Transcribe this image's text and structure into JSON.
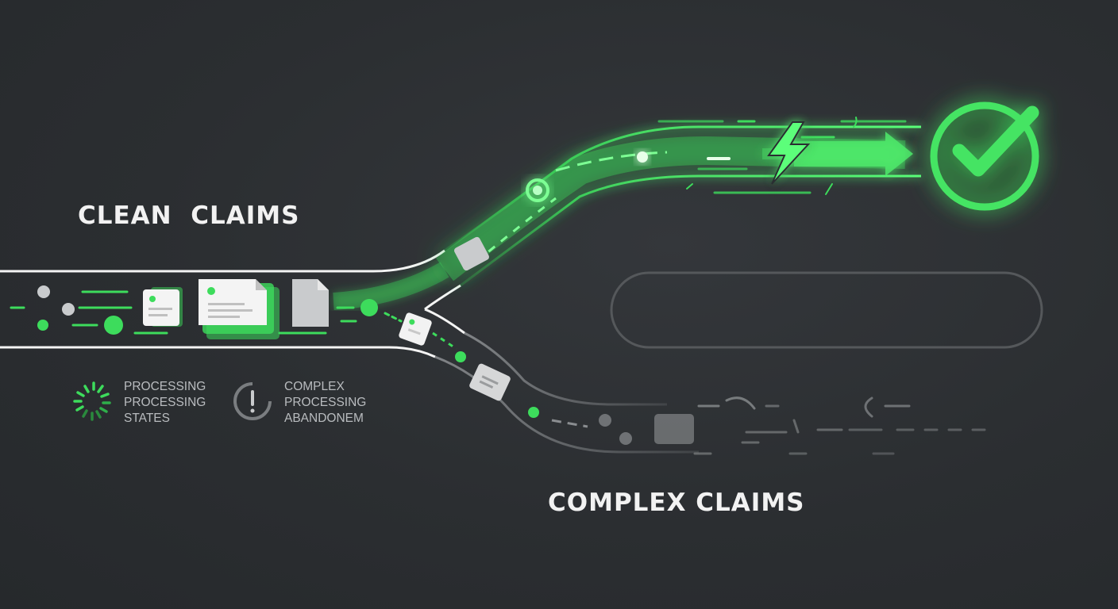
{
  "clean_lane": {
    "label": "CLEAN  CLAIMS"
  },
  "complex_lane": {
    "label": "COMPLEX CLAIMS"
  },
  "legend": {
    "processing": {
      "icon": "spinner-icon",
      "lines": [
        "PROCESSING",
        "PROCESSING",
        "STATES"
      ]
    },
    "complex": {
      "icon": "alert-circle-icon",
      "lines": [
        "COMPLEX",
        "PROCESSING",
        "ABANDONEM"
      ]
    }
  },
  "status_icons": {
    "success": "checkmark-circle-icon",
    "speed": "lightning-bolt-icon",
    "direction": "arrow-right-icon"
  },
  "colors": {
    "background": "#2b2e31",
    "accent_green": "#3ddc5c",
    "glow_green": "#5cff7a",
    "track_white": "#f4f4f4",
    "track_gray": "#7a7d80",
    "text_white": "#f2f2f2",
    "text_gray": "#b9bcbf"
  }
}
